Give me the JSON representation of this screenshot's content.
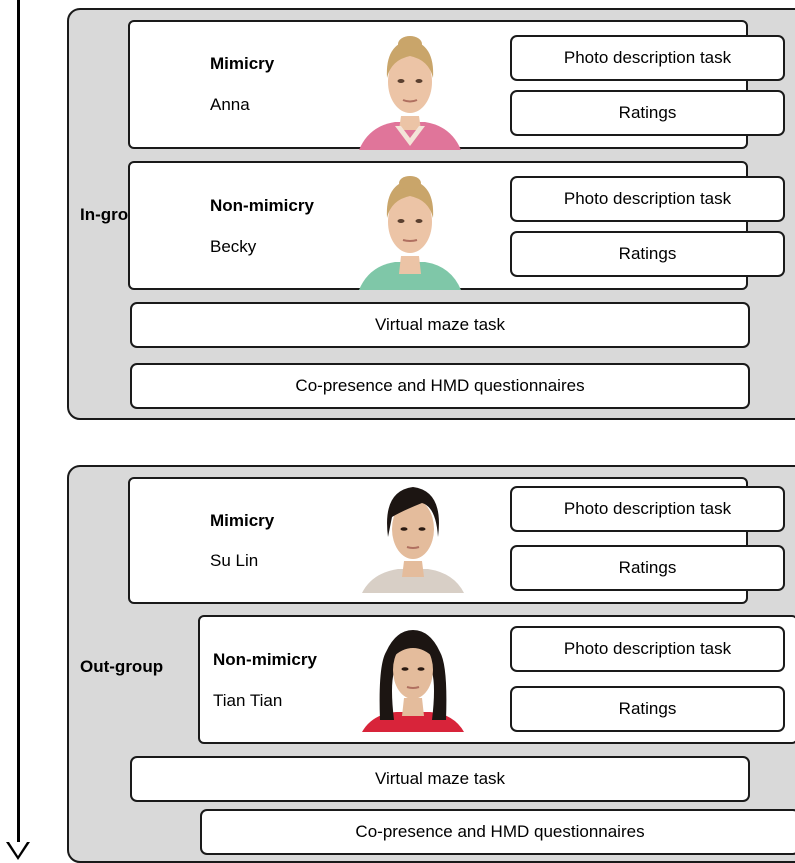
{
  "groups": [
    {
      "label": "In-group",
      "conditions": [
        {
          "name": "Mimicry",
          "agent": "Anna",
          "tasks": [
            "Photo description task",
            "Ratings"
          ]
        },
        {
          "name": "Non-mimicry",
          "agent": "Becky",
          "tasks": [
            "Photo description task",
            "Ratings"
          ]
        }
      ],
      "maze": "Virtual maze task",
      "questionnaires": "Co-presence and HMD questionnaires"
    },
    {
      "label": "Out-group",
      "conditions": [
        {
          "name": "Mimicry",
          "agent": "Su Lin",
          "tasks": [
            "Photo description task",
            "Ratings"
          ]
        },
        {
          "name": "Non-mimicry",
          "agent": "Tian Tian",
          "tasks": [
            "Photo description task",
            "Ratings"
          ]
        }
      ],
      "maze": "Virtual maze task",
      "questionnaires": "Co-presence and HMD questionnaires"
    }
  ],
  "colors": {
    "panel": "#d9d9d9",
    "border": "#1a1a1a",
    "anna_shirt": "#e0759a",
    "becky_shirt": "#7fc7a8",
    "sulin_top": "#d8cfc6",
    "tiantian_top": "#d8243a",
    "blonde_hair": "#c9a56a",
    "dark_hair": "#1c1512",
    "skin_light": "#ecc4a6",
    "skin_asian": "#e4bc9c"
  },
  "icons": [
    "time-arrow-icon",
    "avatar-anna-icon",
    "avatar-becky-icon",
    "avatar-sulin-icon",
    "avatar-tiantian-icon"
  ]
}
